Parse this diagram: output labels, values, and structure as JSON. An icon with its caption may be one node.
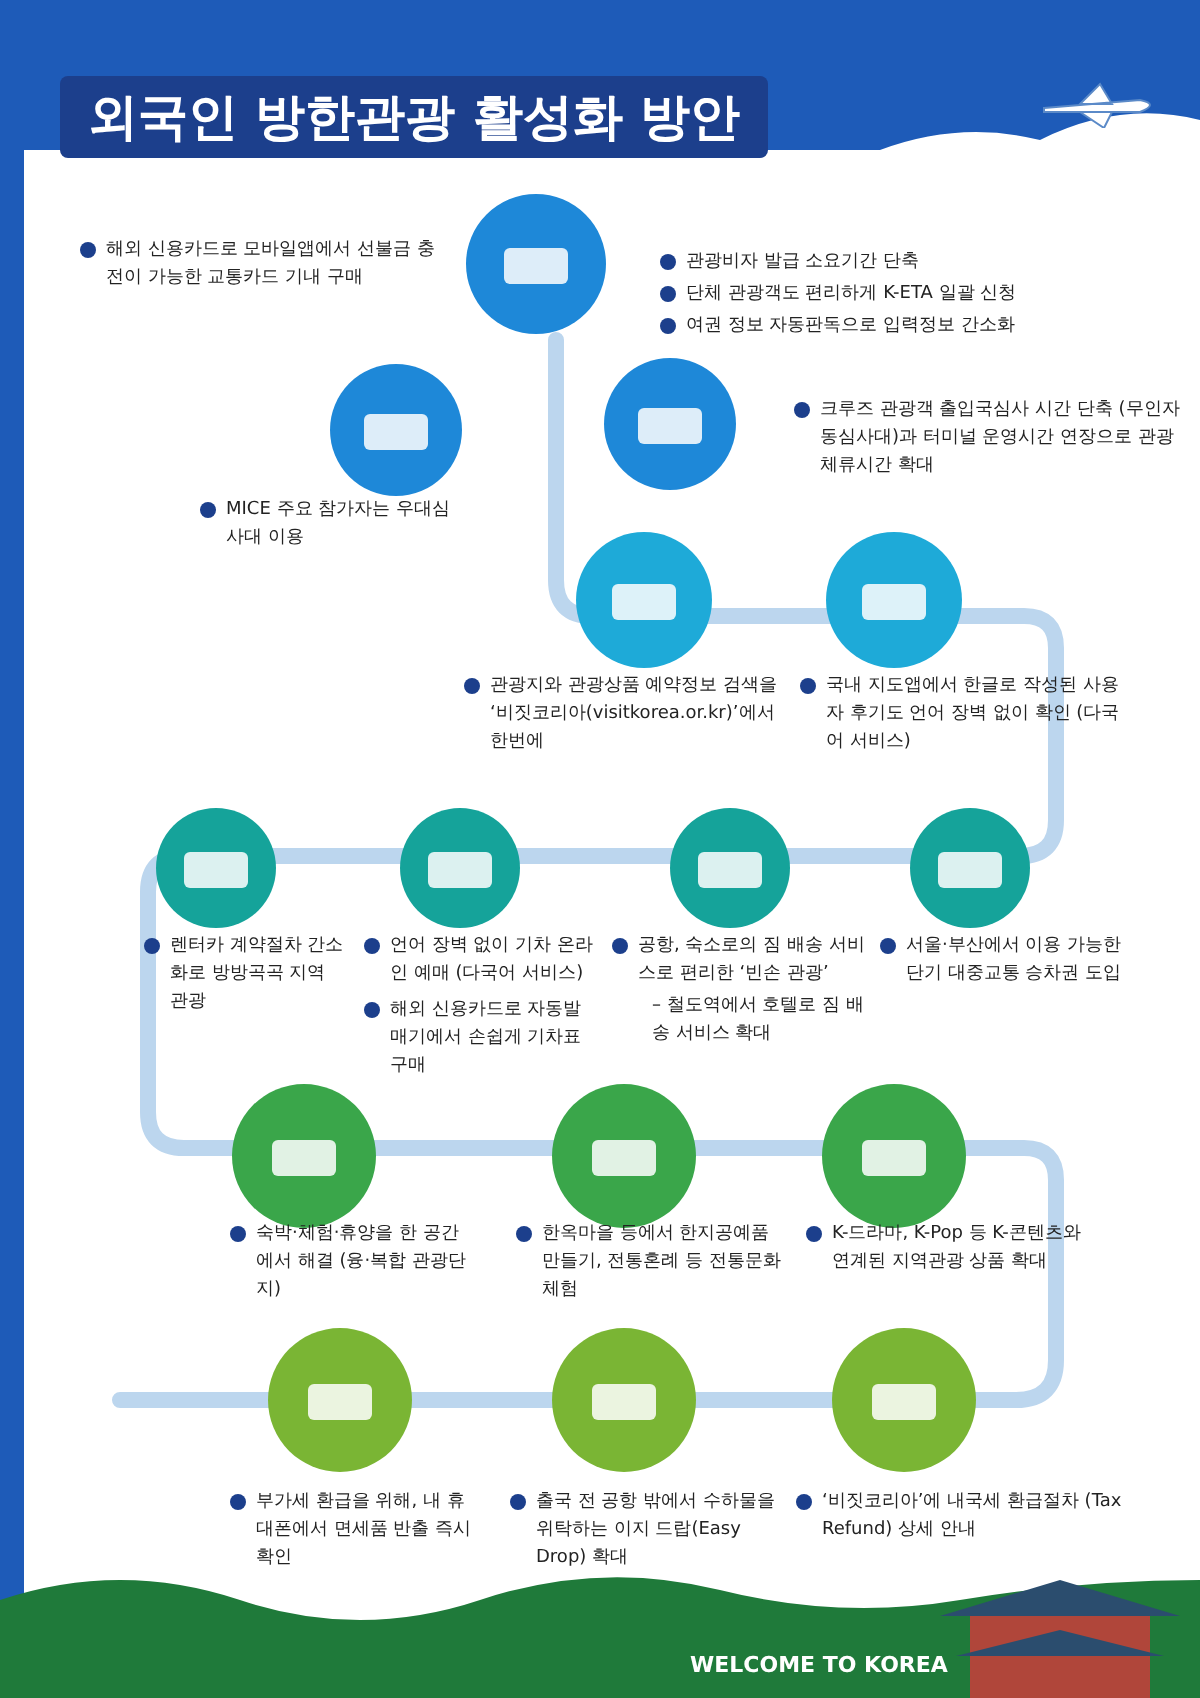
{
  "diagram": {
    "title": "외국인 방한관광 활성화 방안",
    "labels": [
      "해외 신용카드로 모바일앱에서 선불금 충전이 가능한 교통카드 기내 구매",
      "관광비자 발급 소요기간 단축",
      "단체 관광객도 편리하게 K-ETA 일괄 신청",
      "여권 정보 자동판독으로 입력정보 간소화",
      "크루즈 관광객 출입국심사 시간 단축 (무인자동심사대)과 터미널 운영시간 연장으로 관광 체류시간 확대",
      "MICE 주요 참가자는 우대심사대 이용",
      "관광지와 관광상품 예약정보 검색을 ‘비짓코리아(visitkorea.or.kr)’에서 한번에",
      "국내 지도앱에서 한글로 작성된 사용자 후기도 언어 장벽 없이 확인 (다국어 서비스)",
      "렌터카 계약절차 간소화로 방방곡곡 지역 관광",
      "언어 장벽 없이 기차 온라인 예매 (다국어 서비스)",
      "해외 신용카드로 자동발매기에서 손쉽게 기차표 구매",
      "공항, 숙소로의 짐 배송 서비스로 편리한 ‘빈손 관광’",
      "– 철도역에서 호텔로 짐 배송 서비스 확대",
      "서울·부산에서 이용 가능한 단기 대중교통 승차권 도입",
      "숙박·체험·휴양을 한 공간에서 해결 (융·복합 관광단지)",
      "한옥마을 등에서 한지공예품 만들기, 전통혼례 등 전통문화 체험",
      "K-드라마, K-Pop 등 K-콘텐츠와 연계된 지역관광 상품 확대",
      "부가세 환급을 위해, 내 휴대폰에서 면세품 반출 즉시 확인",
      "출국 전 공항 밖에서 수하물을 위탁하는 이지 드랍(Easy Drop) 확대",
      "‘비짓코리아’에 내국세 환급절차 (Tax Refund) 상세 안내",
      "WELCOME TO KOREA"
    ]
  }
}
